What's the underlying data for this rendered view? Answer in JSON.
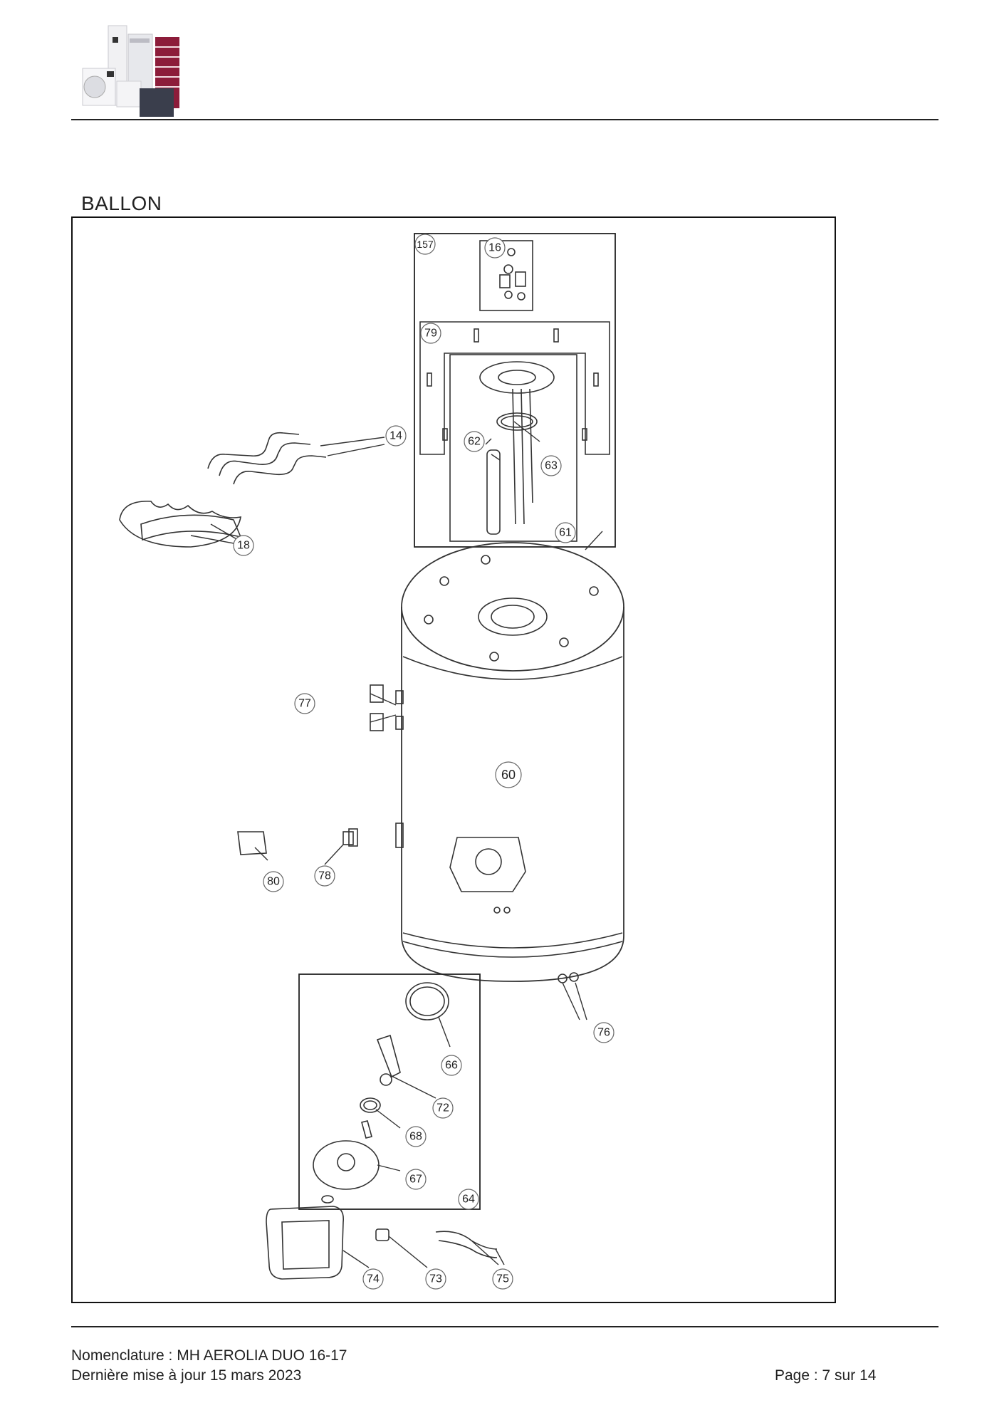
{
  "header": {
    "logo_icon": "heating-products-logo"
  },
  "section": {
    "title": "BALLON"
  },
  "callouts": {
    "c157": "157",
    "c16": "16",
    "c79": "79",
    "c14": "14",
    "c62": "62",
    "c63": "63",
    "c61": "61",
    "c18": "18",
    "c77": "77",
    "c60": "60",
    "c80": "80",
    "c78": "78",
    "c76": "76",
    "c66": "66",
    "c72": "72",
    "c68": "68",
    "c67": "67",
    "c64": "64",
    "c74": "74",
    "c73": "73",
    "c75": "75"
  },
  "footer": {
    "line1": "Nomenclature : MH AEROLIA DUO 16-17",
    "line2": "Dernière mise à jour 15 mars 2023",
    "page": "Page : 7 sur 14"
  }
}
